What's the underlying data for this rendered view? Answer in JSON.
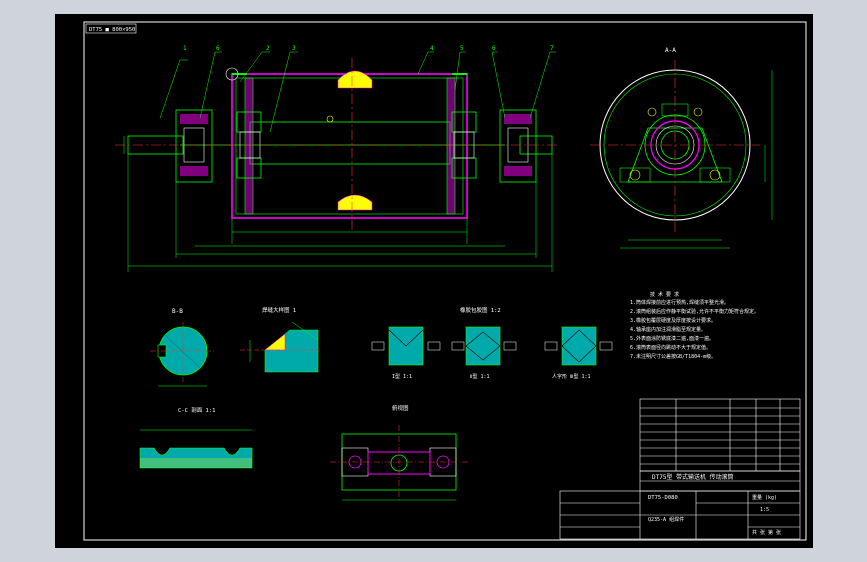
{
  "colors": {
    "window_bg": "#ced3dc",
    "canvas_bg": "#000000",
    "frame": "#ffffff",
    "outline": "#00ff00",
    "shell": "#ff00ff",
    "center": "#ff3030",
    "fill_yellow": "#ffff00",
    "fill_cyan": "#00c8c8"
  },
  "drawing": {
    "corner_tag": "DT75 ■ 800×950",
    "part_numbers": [
      "1",
      "6",
      "2",
      "3",
      "4",
      "5",
      "6",
      "7"
    ],
    "section_view_labels": [
      "B-B",
      "A-A"
    ],
    "detail_titles": [
      "焊缝大样图 1",
      "橡胶包胶图 1:2",
      "C-C 剖面 1:1",
      "俯视图"
    ],
    "joint_captions": [
      "I型 1:1",
      "Ⅱ型 1:1",
      "人字形 Ⅲ型 1:1"
    ],
    "tech_title": "技 术 要 求",
    "tech_notes": [
      "1.筒体焊接前应进行预热,焊缝须平整光滑。",
      "2.滚筒组装后应作静平衡试验,允许不平衡力矩符合规定。",
      "3.橡胶包覆层硬度及厚度按设计要求。",
      "4.轴承座内加注润滑脂至规定量。",
      "5.外表面涂防锈底漆二遍,面漆一遍。",
      "6.滚筒表面径向跳动不大于规定值。",
      "7.未注明尺寸公差按GB/T1804-m级。"
    ],
    "title_block": {
      "drawing_title": "DT75型 带式输送机 传动滚筒",
      "number": "DT75-D080",
      "weight": "重量 (kg)",
      "scale": "1:5",
      "material": "Q235-A 组焊件",
      "sheet": "共 张 第 张"
    }
  }
}
